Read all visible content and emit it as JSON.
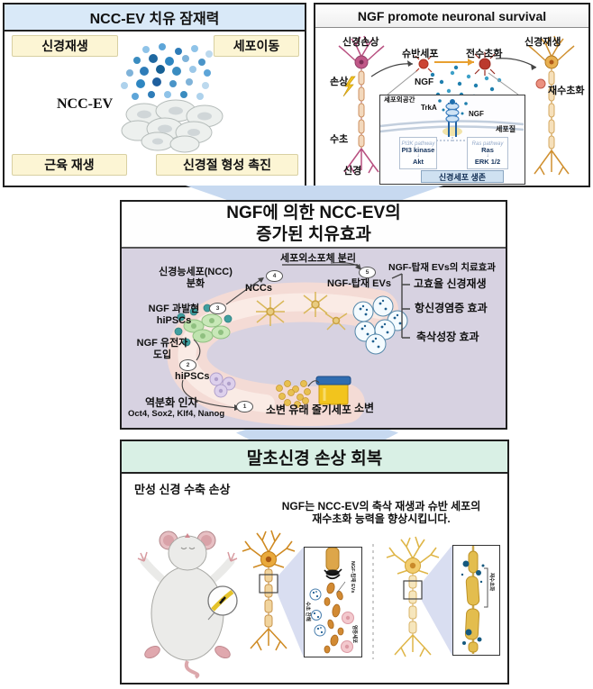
{
  "panel_ncc_ev": {
    "title": "NCC-EV 치유 잠재력",
    "center_label": "NCC-EV",
    "tag_top_left": "신경재생",
    "tag_top_right": "세포이동",
    "tag_bottom_left": "근육 재생",
    "tag_bottom_right": "신경절 형성 촉진"
  },
  "panel_ngf": {
    "title": "NGF promote neuronal survival",
    "label_nerve_damage": "신경손상",
    "label_schwann_cell": "슈반세포",
    "label_premyelination": "전수초화",
    "label_nerve_regeneration": "신경재생",
    "label_damage": "손상",
    "label_ngf": "NGF",
    "label_remyelination": "재수초화",
    "label_myelin": "수초",
    "label_nerve": "신경",
    "inset": {
      "extracellular_space": "세포외공간",
      "trka": "TrkA",
      "ngf": "NGF",
      "cytoplasm": "세포질",
      "pathway_left_name": "PI3K pathway",
      "pathway_left_node1": "PI3 kinase",
      "pathway_left_node2": "Akt",
      "pathway_right_name": "Ras pathway",
      "pathway_right_node1": "Ras",
      "pathway_right_node2": "ERK 1/2",
      "arrow_glyph": "↓",
      "outcome": "신경세포 생존"
    }
  },
  "panel_enhanced": {
    "title_line1": "NGF에 의한 NCC-EV의",
    "title_line2": "증가된 치유효과",
    "label_ev_isolation": "세포외소포체 분리",
    "label_ncc_diff_line1": "신경능세포(NCC)",
    "label_ncc_diff_line2": "분화",
    "label_nccs": "NCCs",
    "label_ngf_loaded_evs": "NGF-탑재 EVs",
    "label_overexpression_line1": "NGF 과발현",
    "label_overexpression_line2": "hiPSCs",
    "label_gene_line1": "NGF 유전자",
    "label_gene_line2": "도입",
    "label_hipscs": "hiPSCs",
    "label_reprogramming": "역분화 인자",
    "label_reprogramming_factors": "Oct4, Sox2, Klf4, Nanog",
    "label_urine_stem_cells": "소변 유래 줄기세포",
    "label_urine": "소변",
    "effects_header": "NGF-탑재 EVs의 치료효과",
    "effects": [
      "고효율 신경재생",
      "항신경염증 효과",
      "축삭성장 효과"
    ],
    "steps": [
      "1",
      "2",
      "3",
      "4",
      "5"
    ]
  },
  "panel_recovery": {
    "title": "말초신경 손상 회복",
    "label_injury": "만성 신경 수축 손상",
    "description_line1": "NGF는 NCC-EV의 축삭 재생과 슈반 세포의",
    "description_line2": "재수초화 능력을 향상시킵니다.",
    "inset_damaged": {
      "label_evs": "NGF-탑재 EVs",
      "label_debris": "수초 잔해",
      "label_inflammatory": "염증세포"
    },
    "inset_recovered": {
      "label": "재수초화"
    }
  }
}
